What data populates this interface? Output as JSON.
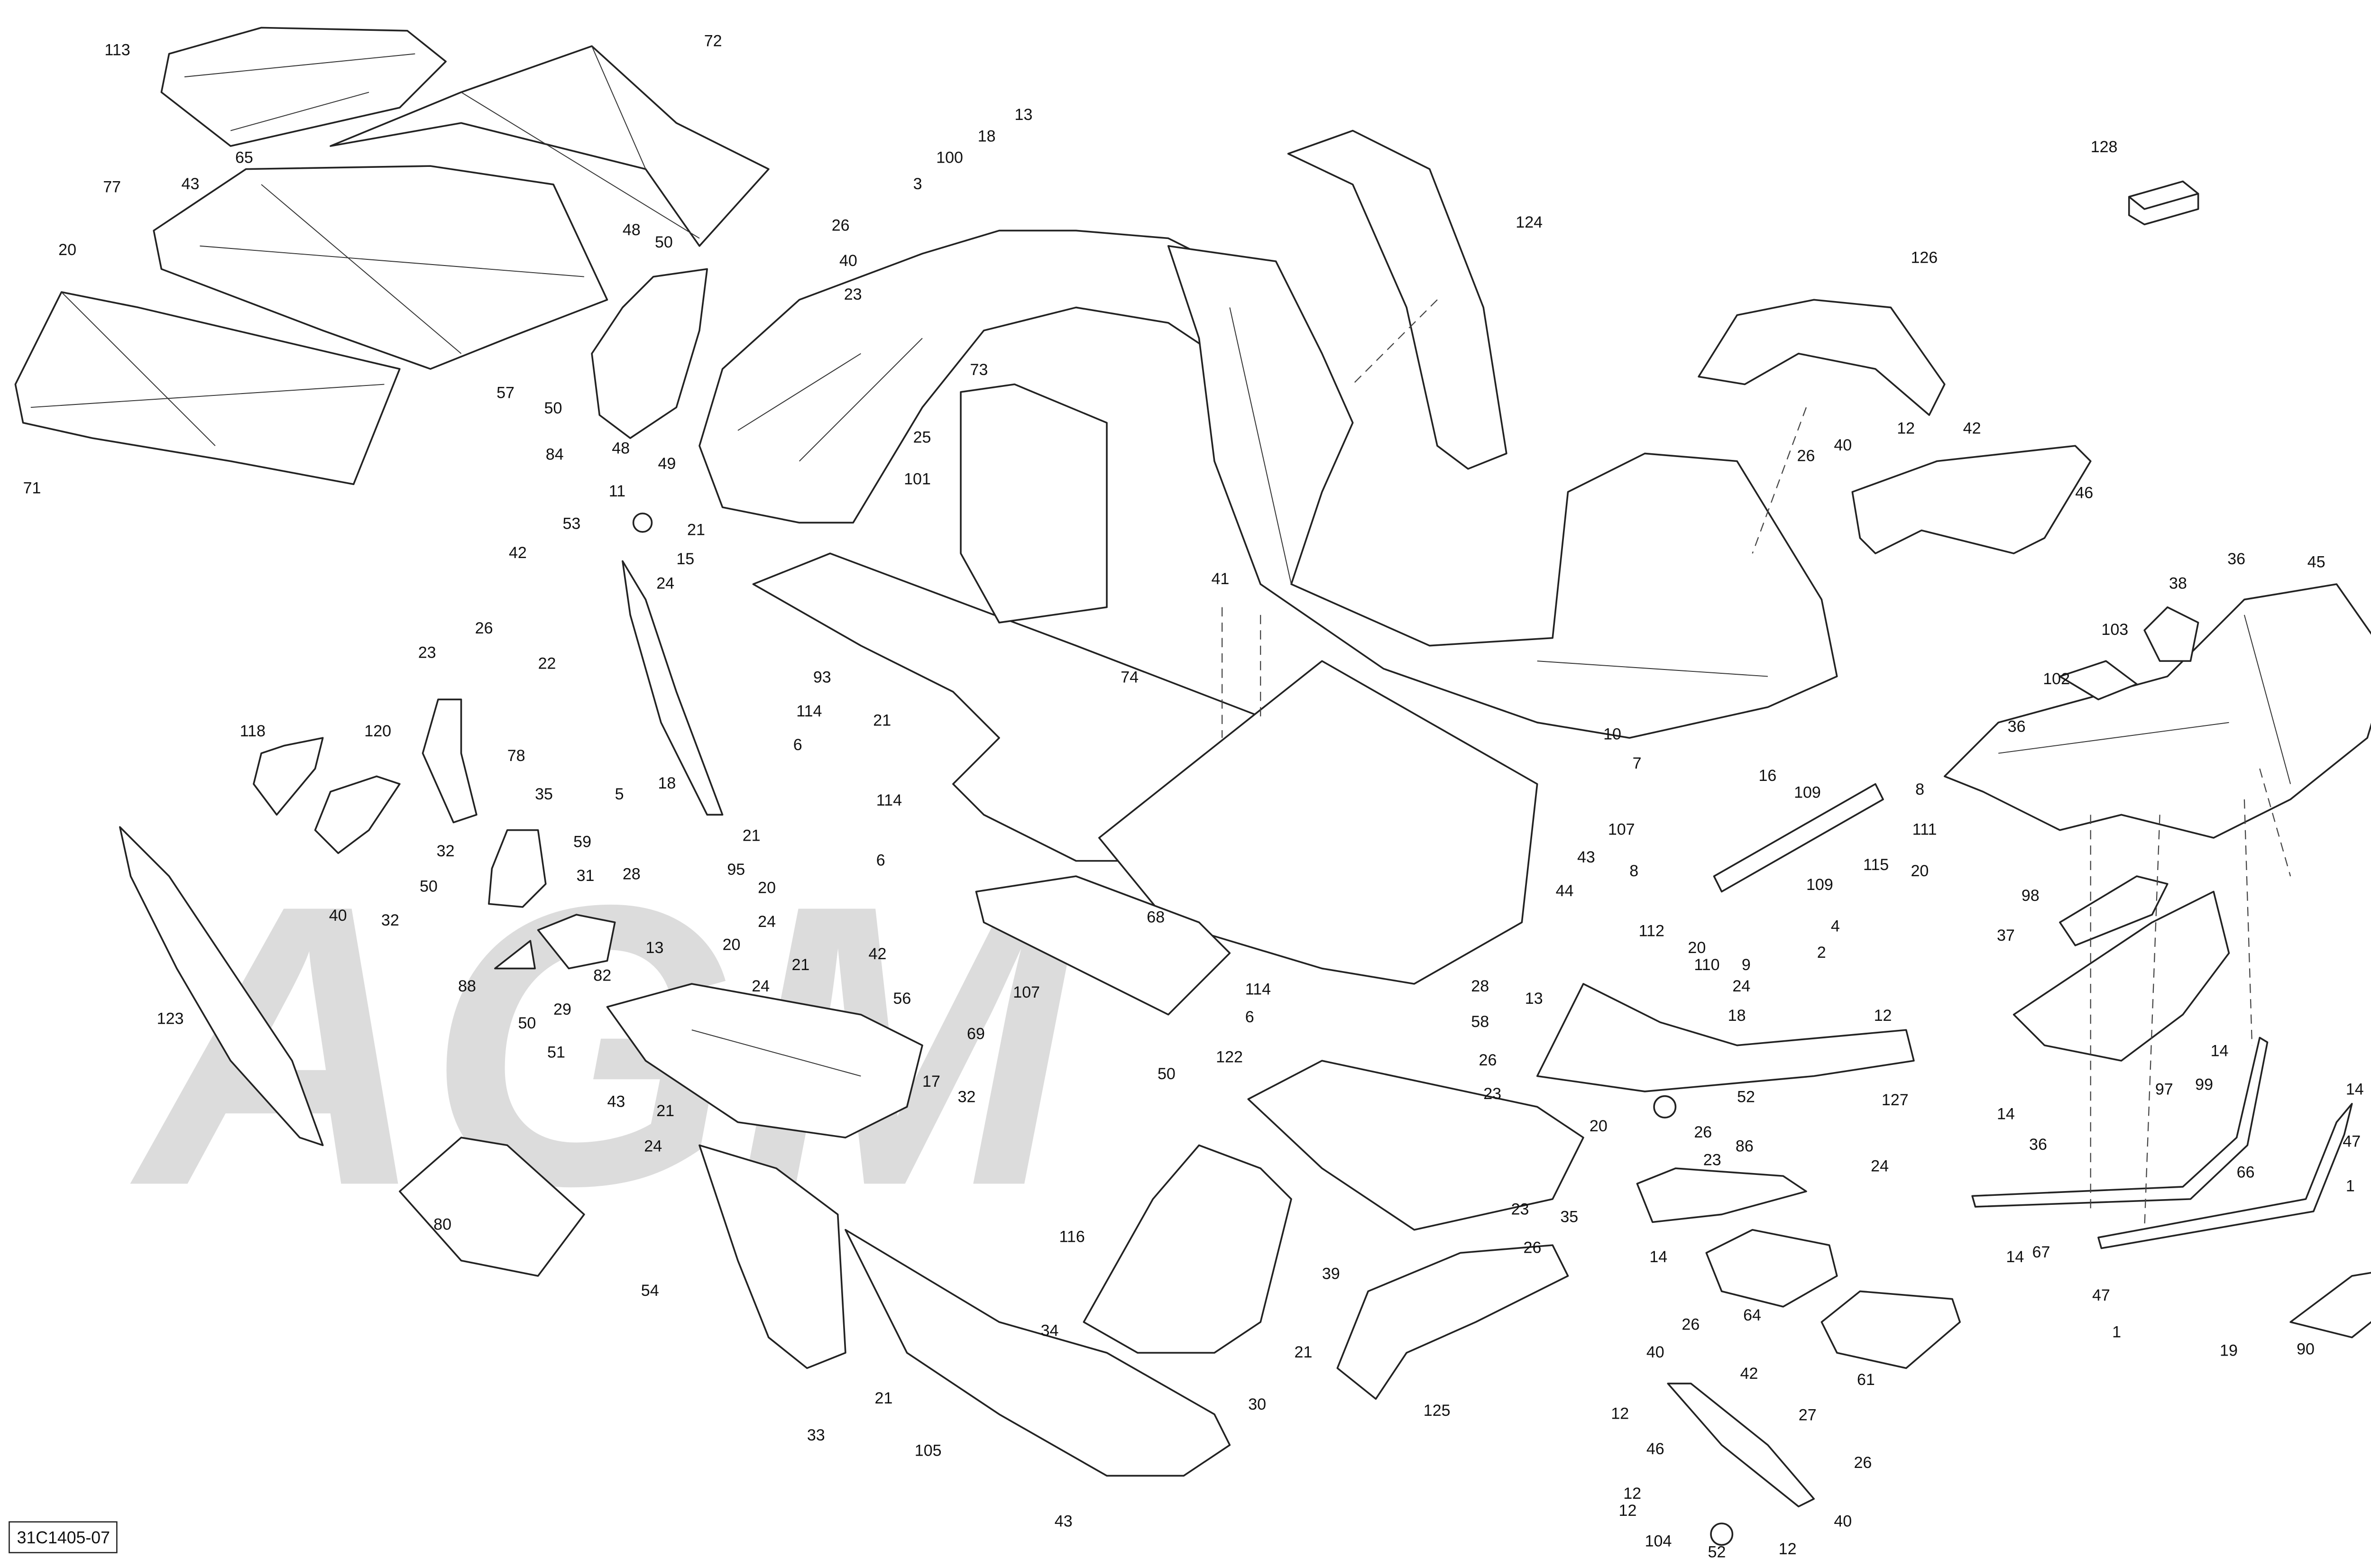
{
  "diagram": {
    "code": "31C1405-07",
    "watermark": "AGM",
    "callouts": [
      "113",
      "72",
      "65",
      "77",
      "43",
      "20",
      "71",
      "57",
      "50",
      "48",
      "50",
      "84",
      "48",
      "49",
      "13",
      "18",
      "100",
      "3",
      "26",
      "40",
      "23",
      "73",
      "25",
      "101",
      "124",
      "126",
      "128",
      "11",
      "53",
      "21",
      "42",
      "15",
      "24",
      "22",
      "93",
      "114",
      "6",
      "74",
      "41",
      "26",
      "23",
      "78",
      "118",
      "120",
      "35",
      "5",
      "18",
      "32",
      "50",
      "40",
      "32",
      "59",
      "21",
      "95",
      "20",
      "24",
      "31",
      "28",
      "13",
      "20",
      "88",
      "82",
      "50",
      "29",
      "51",
      "21",
      "24",
      "42",
      "56",
      "69",
      "43",
      "21",
      "24",
      "17",
      "32",
      "123",
      "80",
      "54",
      "21",
      "33",
      "105",
      "34",
      "30",
      "116",
      "39",
      "21",
      "43",
      "21",
      "114",
      "6",
      "68",
      "107",
      "114",
      "6",
      "28",
      "58",
      "13",
      "26",
      "23",
      "50",
      "122",
      "20",
      "23",
      "26",
      "35",
      "125",
      "44",
      "24",
      "18",
      "12",
      "52",
      "127",
      "26",
      "23",
      "86",
      "24",
      "14",
      "64",
      "61",
      "26",
      "40",
      "42",
      "12",
      "27",
      "46",
      "12",
      "26",
      "12",
      "104",
      "52",
      "40",
      "12",
      "10",
      "7",
      "107",
      "43",
      "16",
      "109",
      "8",
      "111",
      "20",
      "115",
      "109",
      "8",
      "112",
      "20",
      "110",
      "9",
      "2",
      "4",
      "26",
      "40",
      "12",
      "42",
      "46",
      "36",
      "45",
      "38",
      "103",
      "102",
      "36",
      "98",
      "37",
      "14",
      "97",
      "14",
      "99",
      "36",
      "14",
      "47",
      "1",
      "67",
      "14",
      "66",
      "47",
      "1",
      "19",
      "90"
    ]
  }
}
